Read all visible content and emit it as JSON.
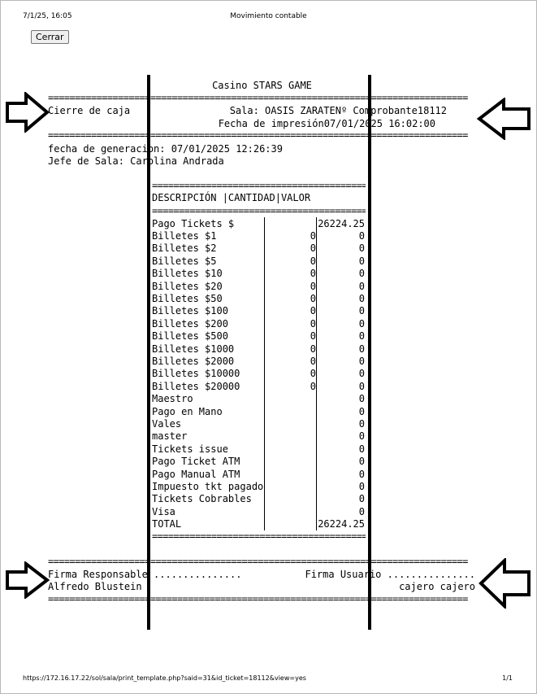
{
  "browser": {
    "datetime": "7/1/25, 16:05",
    "page_title": "Movimiento contable",
    "close_label": "Cerrar",
    "url": "https://172.16.17.22/sol/sala/print_template.php?said=31&id_ticket=18112&view=yes",
    "page_number": "1/1"
  },
  "report": {
    "casino": "Casino STARS GAME",
    "separator_wide": "==============================================================================",
    "separator_narrow": "==============================================",
    "title": "Cierre de caja",
    "sala_line": "Sala: OASIS ZARATENº Comprobante18112",
    "print_date_line": "Fecha de impresión07/01/2025 16:02:00",
    "generation_line": "fecha de generacion: 07/01/2025 12:26:39",
    "jefe_line": "Jefe de Sala: Carolina Andrada",
    "table_header": "DESCRIPCIÓN |CANTIDAD|VALOR",
    "rows": [
      {
        "desc": "Pago Tickets $",
        "qty": "",
        "val": "26224.25"
      },
      {
        "desc": "Billetes $1",
        "qty": "0",
        "val": "0"
      },
      {
        "desc": "Billetes $2",
        "qty": "0",
        "val": "0"
      },
      {
        "desc": "Billetes $5",
        "qty": "0",
        "val": "0"
      },
      {
        "desc": "Billetes $10",
        "qty": "0",
        "val": "0"
      },
      {
        "desc": "Billetes $20",
        "qty": "0",
        "val": "0"
      },
      {
        "desc": "Billetes $50",
        "qty": "0",
        "val": "0"
      },
      {
        "desc": "Billetes $100",
        "qty": "0",
        "val": "0"
      },
      {
        "desc": "Billetes $200",
        "qty": "0",
        "val": "0"
      },
      {
        "desc": "Billetes $500",
        "qty": "0",
        "val": "0"
      },
      {
        "desc": "Billetes $1000",
        "qty": "0",
        "val": "0"
      },
      {
        "desc": "Billetes $2000",
        "qty": "0",
        "val": "0"
      },
      {
        "desc": "Billetes $10000",
        "qty": "0",
        "val": "0"
      },
      {
        "desc": "Billetes $20000",
        "qty": "0",
        "val": "0"
      },
      {
        "desc": "Maestro",
        "qty": "",
        "val": "0"
      },
      {
        "desc": "Pago en Mano",
        "qty": "",
        "val": "0"
      },
      {
        "desc": "Vales",
        "qty": "",
        "val": "0"
      },
      {
        "desc": "master",
        "qty": "",
        "val": "0"
      },
      {
        "desc": "Tickets issue",
        "qty": "",
        "val": "0"
      },
      {
        "desc": "Pago Ticket ATM",
        "qty": "",
        "val": "0"
      },
      {
        "desc": "Pago Manual ATM",
        "qty": "",
        "val": "0"
      },
      {
        "desc": "Impuesto tkt pagado",
        "qty": "",
        "val": "0"
      },
      {
        "desc": "Tickets Cobrables",
        "qty": "",
        "val": "0"
      },
      {
        "desc": "Visa",
        "qty": "",
        "val": "0"
      },
      {
        "desc": "TOTAL",
        "qty": "",
        "val": "26224.25"
      }
    ],
    "firma_responsable": "Firma Responsable ...............",
    "firma_usuario": "Firma Usuario ...............",
    "responsable_name": "Alfredo Blustein",
    "usuario_name": "cajero cajero"
  }
}
